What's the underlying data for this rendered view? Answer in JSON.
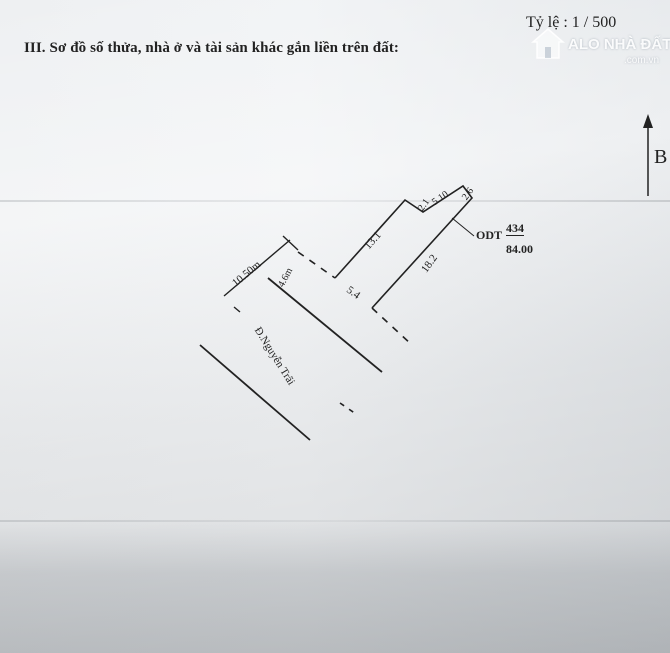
{
  "document": {
    "section_title": "III. Sơ đồ số thửa, nhà ở và tài sản khác gắn liền trên đất:",
    "scale": "Tỷ lệ : 1 / 500",
    "north_label": "B"
  },
  "plot": {
    "land_type": "ODT",
    "parcel_number": "434",
    "area": "84.00",
    "dim_front": "5.4",
    "dim_side_left": "13.1",
    "dim_side_right": "18.2",
    "dim_step_a": "2.1",
    "dim_step_b": "5.10",
    "dim_step_c": "2.6",
    "road_width": "10.50m",
    "setback": "4.6m",
    "street_name": "Đ.Nguyễn Trãi"
  },
  "watermark": {
    "brand": "ALO NHÀ ĐẤT",
    "domain": ".com.vn"
  }
}
